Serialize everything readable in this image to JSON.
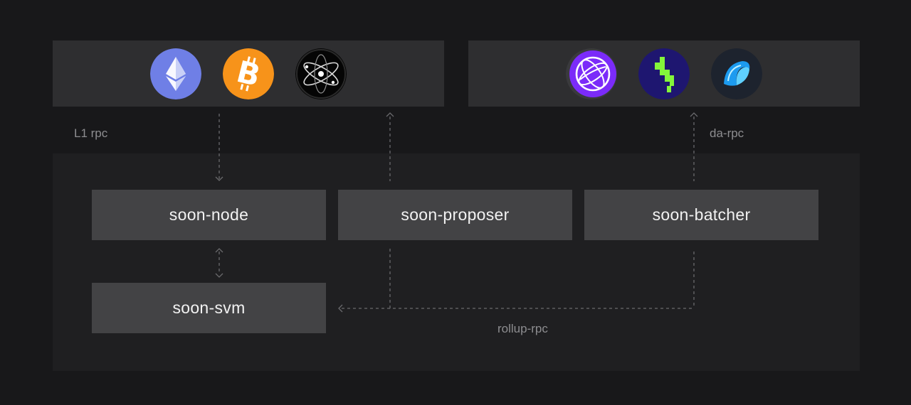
{
  "l1_chains": {
    "logos": [
      {
        "name": "ethereum",
        "icon": "ethereum-logo-icon",
        "color": "#6f7fe6"
      },
      {
        "name": "bitcoin",
        "icon": "bitcoin-logo-icon",
        "color": "#f7931a"
      },
      {
        "name": "cosmos",
        "icon": "cosmos-logo-icon",
        "color": "#000000"
      }
    ]
  },
  "da_layers": {
    "logos": [
      {
        "name": "celestia",
        "icon": "celestia-logo-icon",
        "color": "#7b2bf9"
      },
      {
        "name": "avail",
        "icon": "pixel-logo-icon",
        "color": "#1e1670"
      },
      {
        "name": "other-da",
        "icon": "blue-swirl-logo-icon",
        "color": "#1c9bf0"
      }
    ]
  },
  "labels": {
    "l1_rpc": "L1 rpc",
    "da_rpc": "da-rpc",
    "rollup_rpc": "rollup-rpc"
  },
  "components": {
    "node": "soon-node",
    "proposer": "soon-proposer",
    "batcher": "soon-batcher",
    "svm": "soon-svm"
  },
  "colors": {
    "background": "#18181a",
    "panel": "#2e2e30",
    "main_panel": "#1f1f21",
    "box": "#434345",
    "connector": "#6a6a6d",
    "label": "#8d8d90"
  }
}
